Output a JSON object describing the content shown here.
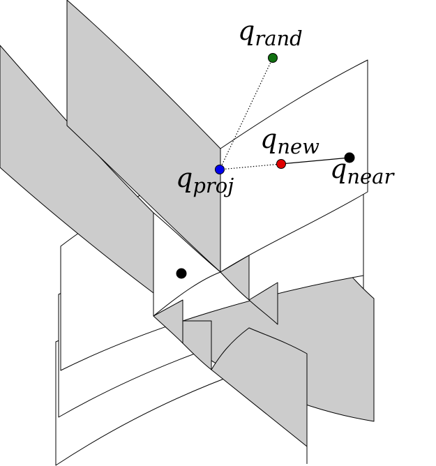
{
  "labels": {
    "q_rand": {
      "base": "q",
      "sub": "rand"
    },
    "q_new": {
      "base": "q",
      "sub": "new"
    },
    "q_proj": {
      "base": "q",
      "sub": "proj"
    },
    "q_near": {
      "base": "q",
      "sub": "near"
    }
  },
  "colors": {
    "q_rand": "#107010",
    "q_new": "#e00000",
    "q_proj": "#0000ee",
    "q_near": "#000000",
    "extra_point": "#000000",
    "shade": "#cccccc"
  }
}
